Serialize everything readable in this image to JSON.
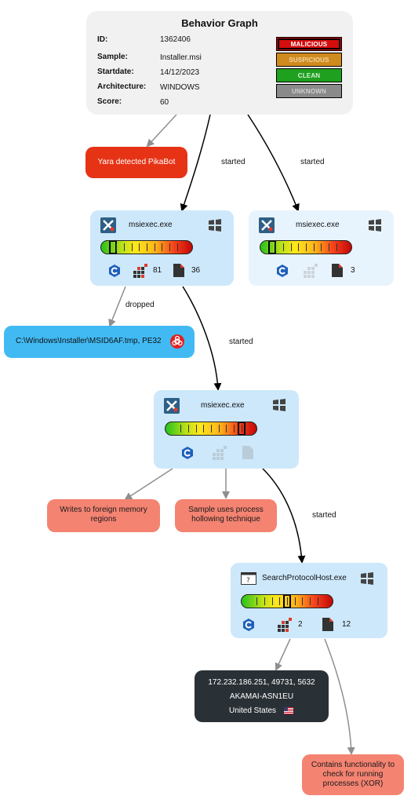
{
  "header": {
    "title": "Behavior Graph",
    "rows": [
      {
        "label": "ID:",
        "value": "1362406"
      },
      {
        "label": "Sample:",
        "value": "Installer.msi"
      },
      {
        "label": "Startdate:",
        "value": "14/12/2023"
      },
      {
        "label": "Architecture:",
        "value": "WINDOWS"
      },
      {
        "label": "Score:",
        "value": "60"
      }
    ],
    "verdicts": [
      "MALICIOUS",
      "SUSPICIOUS",
      "CLEAN",
      "UNKNOWN"
    ]
  },
  "yara": {
    "label": "Yara detected PikaBot"
  },
  "edges": {
    "started": "started",
    "dropped": "dropped"
  },
  "processes": [
    {
      "name": "msiexec.exe",
      "counts": [
        "81",
        "36"
      ],
      "gauge_level": 0.1
    },
    {
      "name": "msiexec.exe",
      "counts": [
        "",
        "3"
      ],
      "gauge_level": 0.1
    },
    {
      "name": "msiexec.exe",
      "counts": [
        "",
        ""
      ],
      "gauge_level": 0.9
    },
    {
      "name": "SearchProtocolHost.exe",
      "counts": [
        "2",
        "12"
      ],
      "gauge_level": 0.52
    }
  ],
  "dropped_file": {
    "label": "C:\\Windows\\Installer\\MSID6AF.tmp, PE32"
  },
  "signatures": {
    "foreign_memory": "Writes to foreign memory regions",
    "hollowing": "Sample uses process hollowing technique",
    "running_processes": "Contains functionality to check for running processes (XOR)"
  },
  "network": {
    "ip": "172.232.186.251, 49731, 5632",
    "asn": "AKAMAI-ASN1EU",
    "country": "United States"
  },
  "colors": {
    "node_bg": "#cde8fb",
    "alert_red": "#e63316",
    "signature_salmon": "#f48372",
    "file_blue": "#41baf3",
    "network_dark": "#2a3136"
  }
}
